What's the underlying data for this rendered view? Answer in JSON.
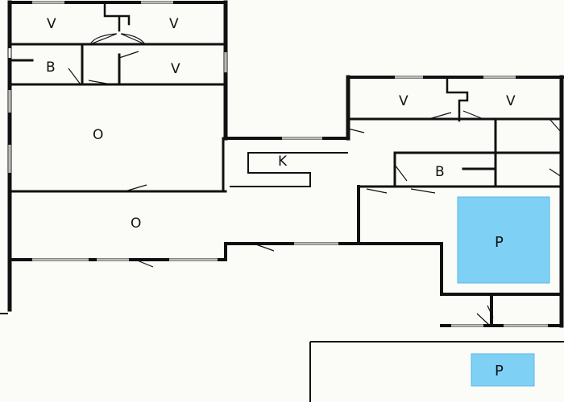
{
  "rooms": {
    "v1": "V",
    "v2": "V",
    "v3": "V",
    "v4": "V",
    "v5": "V",
    "b1": "B",
    "b2": "B",
    "o1": "O",
    "o2": "O",
    "k": "K",
    "p1": "P",
    "p2": "P"
  },
  "colors": {
    "pool": "#7fd0f5",
    "walls": "#111111",
    "floor": "#fbfbf8"
  }
}
